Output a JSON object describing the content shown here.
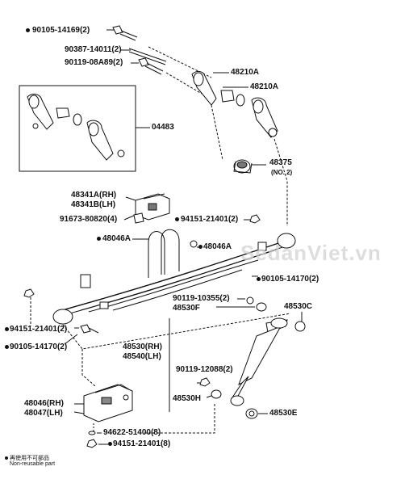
{
  "callouts": {
    "c1": "90105-14169(2)",
    "c2": "90387-14011(2)",
    "c3": "90119-08A89(2)",
    "c4": "48210A",
    "c5": "48210A",
    "c6": "04483",
    "c7a": "48375",
    "c7b": "(NO. 2)",
    "c8a": "48341A(RH)",
    "c8b": "48341B(LH)",
    "c9": "91673-80820(4)",
    "c10": "94151-21401(2)",
    "c11": "48046A",
    "c12": "48046A",
    "c13": "90105-14170(2)",
    "c14": "94151-21401(2)",
    "c15": "90105-14170(2)",
    "c16": "90119-10355(2)",
    "c17": "48530F",
    "c18": "48530C",
    "c19a": "48530(RH)",
    "c19b": "48540(LH)",
    "c20": "90119-12088(2)",
    "c21": "48530H",
    "c22": "48530E",
    "c23a": "48046(RH)",
    "c23b": "48047(LH)",
    "c24": "94622-51400(8)",
    "c25": "94151-21401(8)"
  },
  "legend": {
    "line1": "再使用不可部品",
    "line2": "Non-reusable part"
  },
  "watermark": "SedanViet.vn"
}
